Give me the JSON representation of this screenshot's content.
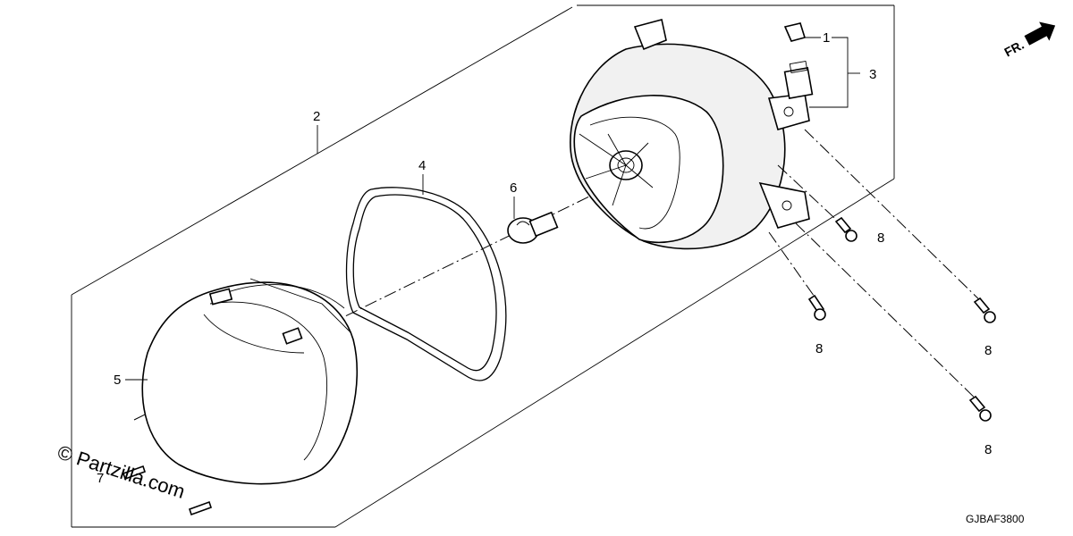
{
  "callouts": {
    "c1": "1",
    "c2": "2",
    "c3": "3",
    "c4": "4",
    "c5": "5",
    "c6": "6",
    "c7": "7",
    "c8a": "8",
    "c8b": "8",
    "c8c": "8",
    "c8d": "8"
  },
  "orientation": {
    "label": "FR."
  },
  "diagram_code": "GJBAF3800",
  "watermark": "© Partzilla.com",
  "icons": [
    "front-direction-arrow-icon",
    "copyright-icon"
  ]
}
